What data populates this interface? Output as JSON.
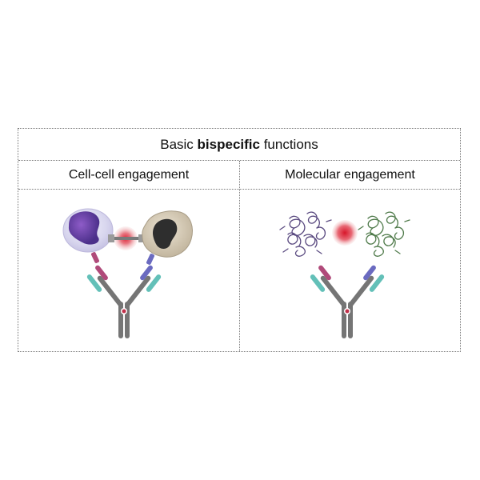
{
  "title": {
    "prefix": "Basic",
    "emphasis": "bispecific",
    "suffix": "functions"
  },
  "columns": [
    {
      "label": "Cell-cell engagement"
    },
    {
      "label": "Molecular engagement"
    }
  ],
  "colors": {
    "antibody_gray": "#757575",
    "arm_magenta": "#b04a7a",
    "arm_teal": "#63c0b8",
    "arm_blue": "#6a6ac0",
    "cell_purple": "#6b4aa8",
    "cell_tan": "#d9cdb8",
    "target_red": "#d23a4a",
    "protein_purple": "#5a4a80",
    "protein_green": "#4f7a4a"
  }
}
